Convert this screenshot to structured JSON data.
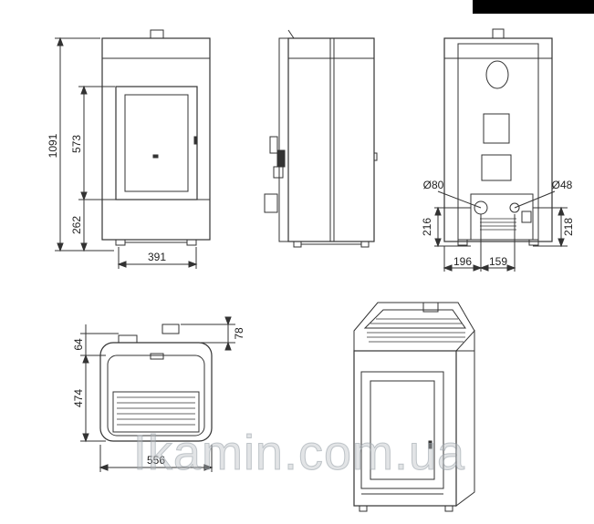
{
  "dimensions": {
    "height_total": "1091",
    "door_height": "573",
    "base_height": "262",
    "door_width": "391",
    "flue_diameter": "Ø80",
    "air_inlet_diameter": "Ø48",
    "flue_height": "216",
    "air_inlet_height": "218",
    "flue_offset": "196",
    "inlet_spacing": "159",
    "top_protrusion": "78",
    "rear_offset": "64",
    "depth": "474",
    "width": "556"
  },
  "watermark": "Ikamin.com.ua",
  "colors": {
    "line": "#333333",
    "fill": "#ffffff",
    "dark": "#000000"
  }
}
